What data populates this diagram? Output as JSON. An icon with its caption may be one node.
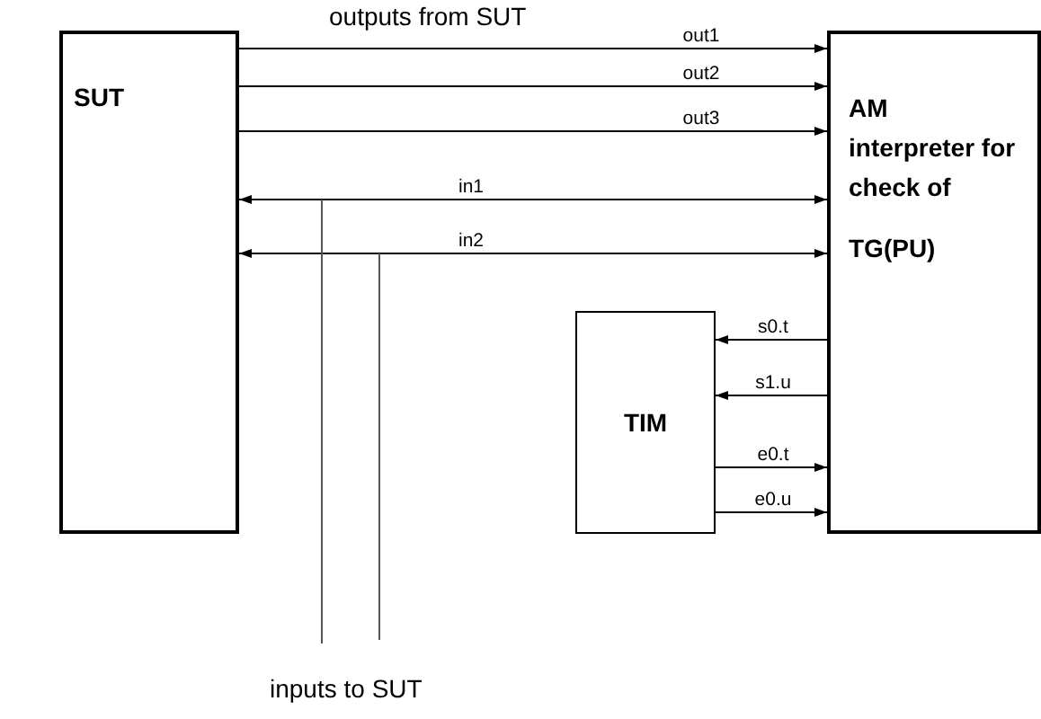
{
  "diagram": {
    "nodes": [
      {
        "text": [
          "SUT"
        ]
      },
      {
        "text": [
          "AM interpreter for check of",
          "TG(PU)"
        ]
      },
      {
        "text": [
          "TIM"
        ]
      }
    ],
    "edges": [
      {
        "from": 0,
        "to": 1,
        "arrow": "to",
        "label": "out1"
      },
      {
        "from": 0,
        "to": 1,
        "arrow": "to",
        "label": "out2"
      },
      {
        "from": 0,
        "to": 1,
        "arrow": "to",
        "label": "out3"
      },
      {
        "from": 0,
        "to": 1,
        "arrow": "both",
        "label": "in1"
      },
      {
        "from": 0,
        "to": 1,
        "arrow": "both",
        "label": "in2"
      },
      {
        "from": 1,
        "to": 2,
        "arrow": "to",
        "label": "s0.t"
      },
      {
        "from": 1,
        "to": 2,
        "arrow": "to",
        "label": "s1.u"
      },
      {
        "from": 2,
        "to": 1,
        "arrow": "to",
        "label": "e0.t"
      },
      {
        "from": 2,
        "to": 1,
        "arrow": "to",
        "label": "e0.u"
      }
    ],
    "labels": [
      "outputs from SUT",
      "inputs to SUT"
    ]
  }
}
